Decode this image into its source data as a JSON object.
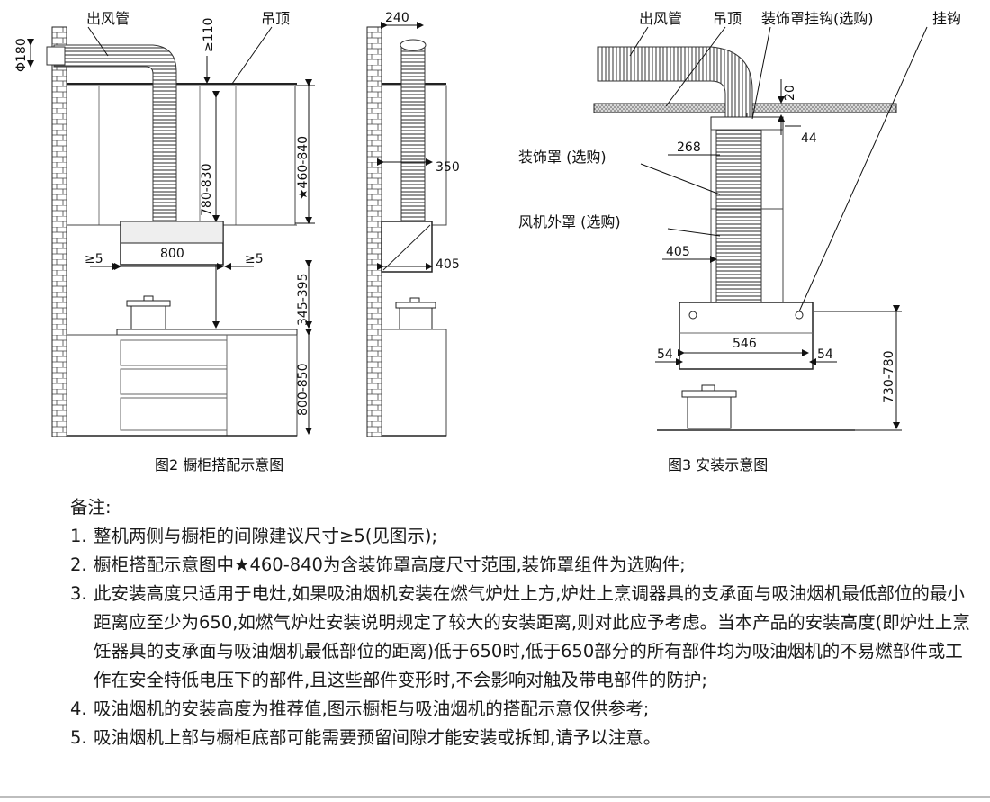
{
  "fig2": {
    "caption": "图2  橱柜搭配示意图",
    "label_duct": "出风管",
    "label_ceiling": "吊顶",
    "dim_phi": "Φ180",
    "dim_gap_top": "≥110",
    "dim_240": "240",
    "dim_460_840": "★460-840",
    "dim_780_830": "780-830",
    "dim_800": "800",
    "dim_gap_left": "≥5",
    "dim_gap_right": "≥5",
    "dim_350": "350",
    "dim_405": "405",
    "dim_345_395": "345-395",
    "dim_800_850": "800-850"
  },
  "fig3": {
    "caption": "图3  安装示意图",
    "label_duct": "出风管",
    "label_ceiling": "吊顶",
    "label_hook_opt": "装饰罩挂钩(选购)",
    "label_hook": "挂钩",
    "label_cover": "装饰罩 (选购)",
    "label_fan_cover": "风机外罩 (选购)",
    "dim_20": "20",
    "dim_44": "44",
    "dim_268": "268",
    "dim_405": "405",
    "dim_546": "546",
    "dim_54_left": "54",
    "dim_54_right": "54",
    "dim_730_780": "730-780"
  },
  "notes": {
    "title": "备注:",
    "items": [
      {
        "num": "1.",
        "text": "整机两侧与橱柜的间隙建议尺寸≥5(见图示);"
      },
      {
        "num": "2.",
        "text": "橱柜搭配示意图中★460-840为含装饰罩高度尺寸范围,装饰罩组件为选购件;"
      },
      {
        "num": "3.",
        "text": "此安装高度只适用于电灶,如果吸油烟机安装在燃气炉灶上方,炉灶上烹调器具的支承面与吸油烟机最低部位的最小距离应至少为650,如燃气炉灶安装说明规定了较大的安装距离,则对此应予考虑。当本产品的安装高度(即炉灶上烹饪器具的支承面与吸油烟机最低部位的距离)低于650时,低于650部分的所有部件均为吸油烟机的不易燃部件或工作在安全特低电压下的部件,且这些部件变形时,不会影响对触及带电部件的防护;"
      },
      {
        "num": "4.",
        "text": "吸油烟机的安装高度为推荐值,图示橱柜与吸油烟机的搭配示意仅供参考;"
      },
      {
        "num": "5.",
        "text": "吸油烟机上部与橱柜底部可能需要预留间隙才能安装或拆卸,请予以注意。"
      }
    ]
  }
}
